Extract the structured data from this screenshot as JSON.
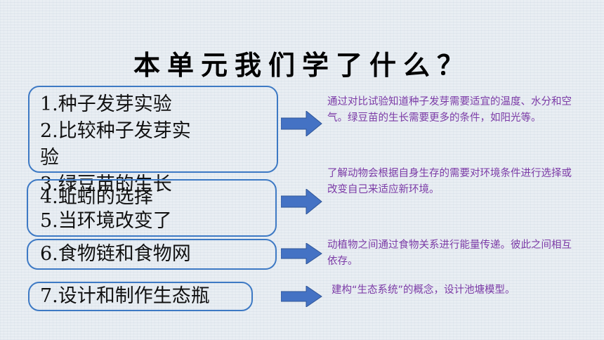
{
  "title": "本单元我们学了什么？",
  "groups": [
    {
      "items": [
        "1.种子发芽实验",
        "2.比较种子发芽实",
        "验",
        "3.绿豆苗的生长"
      ],
      "description": "通过对比试验知道种子发芽需要适宜的温度、水分和空气。绿豆苗的生长需要更多的条件，如阳光等。"
    },
    {
      "items": [
        "4.蚯蚓的选择",
        "5.当环境改变了"
      ],
      "description": "了解动物会根据自身生存的需要对环境条件进行选择或改变自己来适应新环境。"
    },
    {
      "items": [
        "6.食物链和食物网"
      ],
      "description": "动植物之间通过食物关系进行能量传递。彼此之间相互依存。"
    },
    {
      "items": [
        "7.设计和制作生态瓶"
      ],
      "description": "建构“生态系统”的概念，设计池塘模型。"
    }
  ],
  "colors": {
    "box_border": "#3d79c4",
    "arrow_fill": "#4472c4",
    "description_text": "#7b3aa6"
  }
}
